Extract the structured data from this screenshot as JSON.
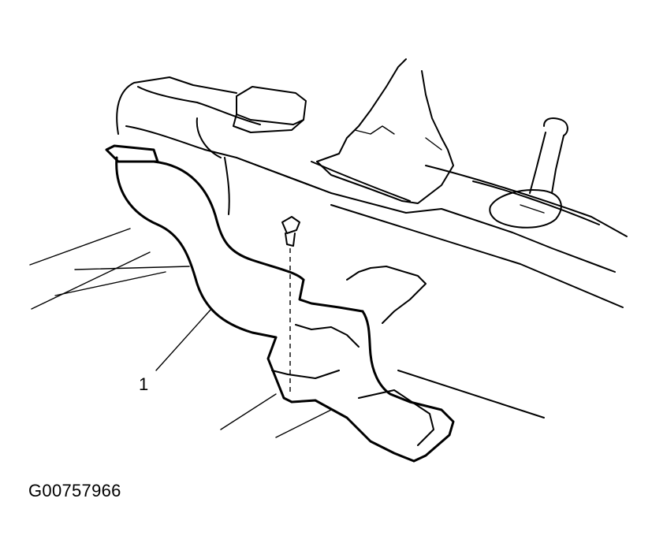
{
  "diagram": {
    "callouts": [
      {
        "id": "1",
        "label": "1"
      }
    ],
    "figure_id": "G00757966"
  }
}
